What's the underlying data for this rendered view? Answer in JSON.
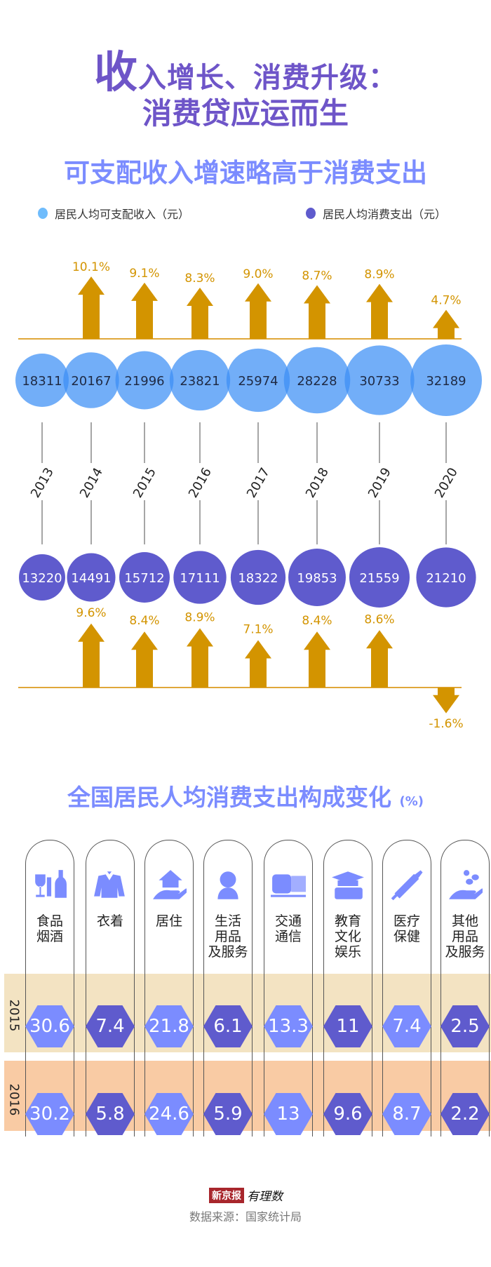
{
  "header": {
    "title_line1_first": "收",
    "title_line1_rest": "入增长、消费升级：",
    "title_line2": "消费贷应运而生"
  },
  "section1": {
    "title": "可支配收入增速略高于消费支出",
    "legend": [
      {
        "label": "居民人均可支配收入（元）",
        "color": "#6fbcfc"
      },
      {
        "label": "居民人均消费支出（元）",
        "color": "#5f5bcd"
      }
    ]
  },
  "chart_data": [
    {
      "type": "bubble-timeline",
      "title": "可支配收入增速略高于消费支出",
      "years": [
        "2013",
        "2014",
        "2015",
        "2016",
        "2017",
        "2018",
        "2019",
        "2020"
      ],
      "series": [
        {
          "name": "居民人均可支配收入（元）",
          "values": [
            18311,
            20167,
            21996,
            23821,
            25974,
            28228,
            30733,
            32189
          ],
          "growth_labels": [
            "",
            "10.1%",
            "9.1%",
            "8.3%",
            "9.0%",
            "8.7%",
            "8.9%",
            "4.7%"
          ],
          "growth": [
            null,
            10.1,
            9.1,
            8.3,
            9.0,
            8.7,
            8.9,
            4.7
          ]
        },
        {
          "name": "居民人均消费支出（元）",
          "values": [
            13220,
            14491,
            15712,
            17111,
            18322,
            19853,
            21559,
            21210
          ],
          "growth_labels": [
            "",
            "9.6%",
            "8.4%",
            "8.9%",
            "7.1%",
            "8.4%",
            "8.6%",
            "-1.6%"
          ],
          "growth": [
            null,
            9.6,
            8.4,
            8.9,
            7.1,
            8.4,
            8.6,
            -1.6
          ]
        }
      ],
      "colors": {
        "income": "#6fbcfc",
        "spending": "#5f5bcd",
        "arrow": "#d39400"
      }
    },
    {
      "type": "table",
      "title": "全国居民人均消费支出构成变化",
      "unit": "(%)",
      "categories": [
        "食品\n烟酒",
        "衣着",
        "居住",
        "生活\n用品\n及服务",
        "交通\n通信",
        "教育\n文化\n娱乐",
        "医疗\n保健",
        "其他\n用品\n及服务"
      ],
      "icons": [
        "wine-bottle-icon",
        "coat-icon",
        "house-hand-icon",
        "service-agent-icon",
        "train-icon",
        "graduation-book-icon",
        "syringe-icon",
        "coins-hand-icon"
      ],
      "rows": [
        {
          "year": "2015",
          "values": [
            "30.6",
            "7.4",
            "21.8",
            "6.1",
            "13.3",
            "11",
            "7.4",
            "2.5"
          ]
        },
        {
          "year": "2016",
          "values": [
            "30.2",
            "5.8",
            "24.6",
            "5.9",
            "13",
            "9.6",
            "8.7",
            "2.2"
          ]
        }
      ],
      "colors": {
        "light": "#7b8cff",
        "dark": "#5f5bcd",
        "band2015": "#f3e3c2",
        "band2016": "#f9cba4"
      }
    }
  ],
  "footer": {
    "logo_red": "新京报",
    "logo_text": "有理数",
    "source": "数据来源：国家统计局"
  }
}
